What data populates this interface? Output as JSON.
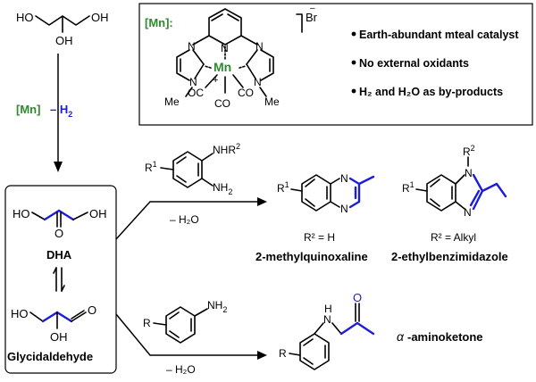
{
  "glycerol": {
    "oh_left": "HO",
    "oh_right": "OH",
    "oh_mid": "OH"
  },
  "step1": {
    "catalyst": "[Mn]",
    "byproduct_prefix": "– H",
    "byproduct_sub": "2"
  },
  "catalyst_box": {
    "label": "[Mn]:",
    "counterion": "Br",
    "counterion_charge": "–",
    "metal": "Mn",
    "charge": "+",
    "n_label": "N",
    "methyl": "Me",
    "co": "CO",
    "oc": "OC",
    "features": [
      "Earth-abundant mteal catalyst",
      "No external oxidants",
      "H₂ and H₂O as by-products"
    ]
  },
  "intermediates": {
    "dha_label": "DHA",
    "dha_ho": "HO",
    "dha_oh": "OH",
    "dha_o": "O",
    "glyc_label": "Glycidaldehyde",
    "glyc_ho": "HO",
    "glyc_oh": "OH",
    "glyc_o": "O"
  },
  "reaction_top": {
    "reagent_r": "R",
    "reagent_r_sup": "1",
    "reagent_nhr": "NHR",
    "reagent_nhr_sup": "2",
    "reagent_nh": "NH",
    "reagent_nh_sub": "2",
    "byproduct": "– H₂O",
    "product1_r": "R",
    "product1_r_sup": "1",
    "product1_n": "N",
    "product1_condition": "R² = H",
    "product1_name": "2-methylquinoxaline",
    "product2_r": "R",
    "product2_r_sup": "1",
    "product2_nr": "R",
    "product2_nr_sup": "2",
    "product2_n": "N",
    "product2_condition": "R² = Alkyl",
    "product2_name": "2-ethylbenzimidazole"
  },
  "reaction_bottom": {
    "reagent_r": "R",
    "reagent_nh2": "NH",
    "reagent_nh2_sub": "2",
    "byproduct": "– H₂O",
    "product_r": "R",
    "product_nh": "H",
    "product_n": "N",
    "product_o": "O",
    "product_alpha": "α",
    "product_name": "-aminoketone"
  },
  "colors": {
    "blue_bond": "#1d1dd6",
    "green_label": "#2f8a2f"
  }
}
